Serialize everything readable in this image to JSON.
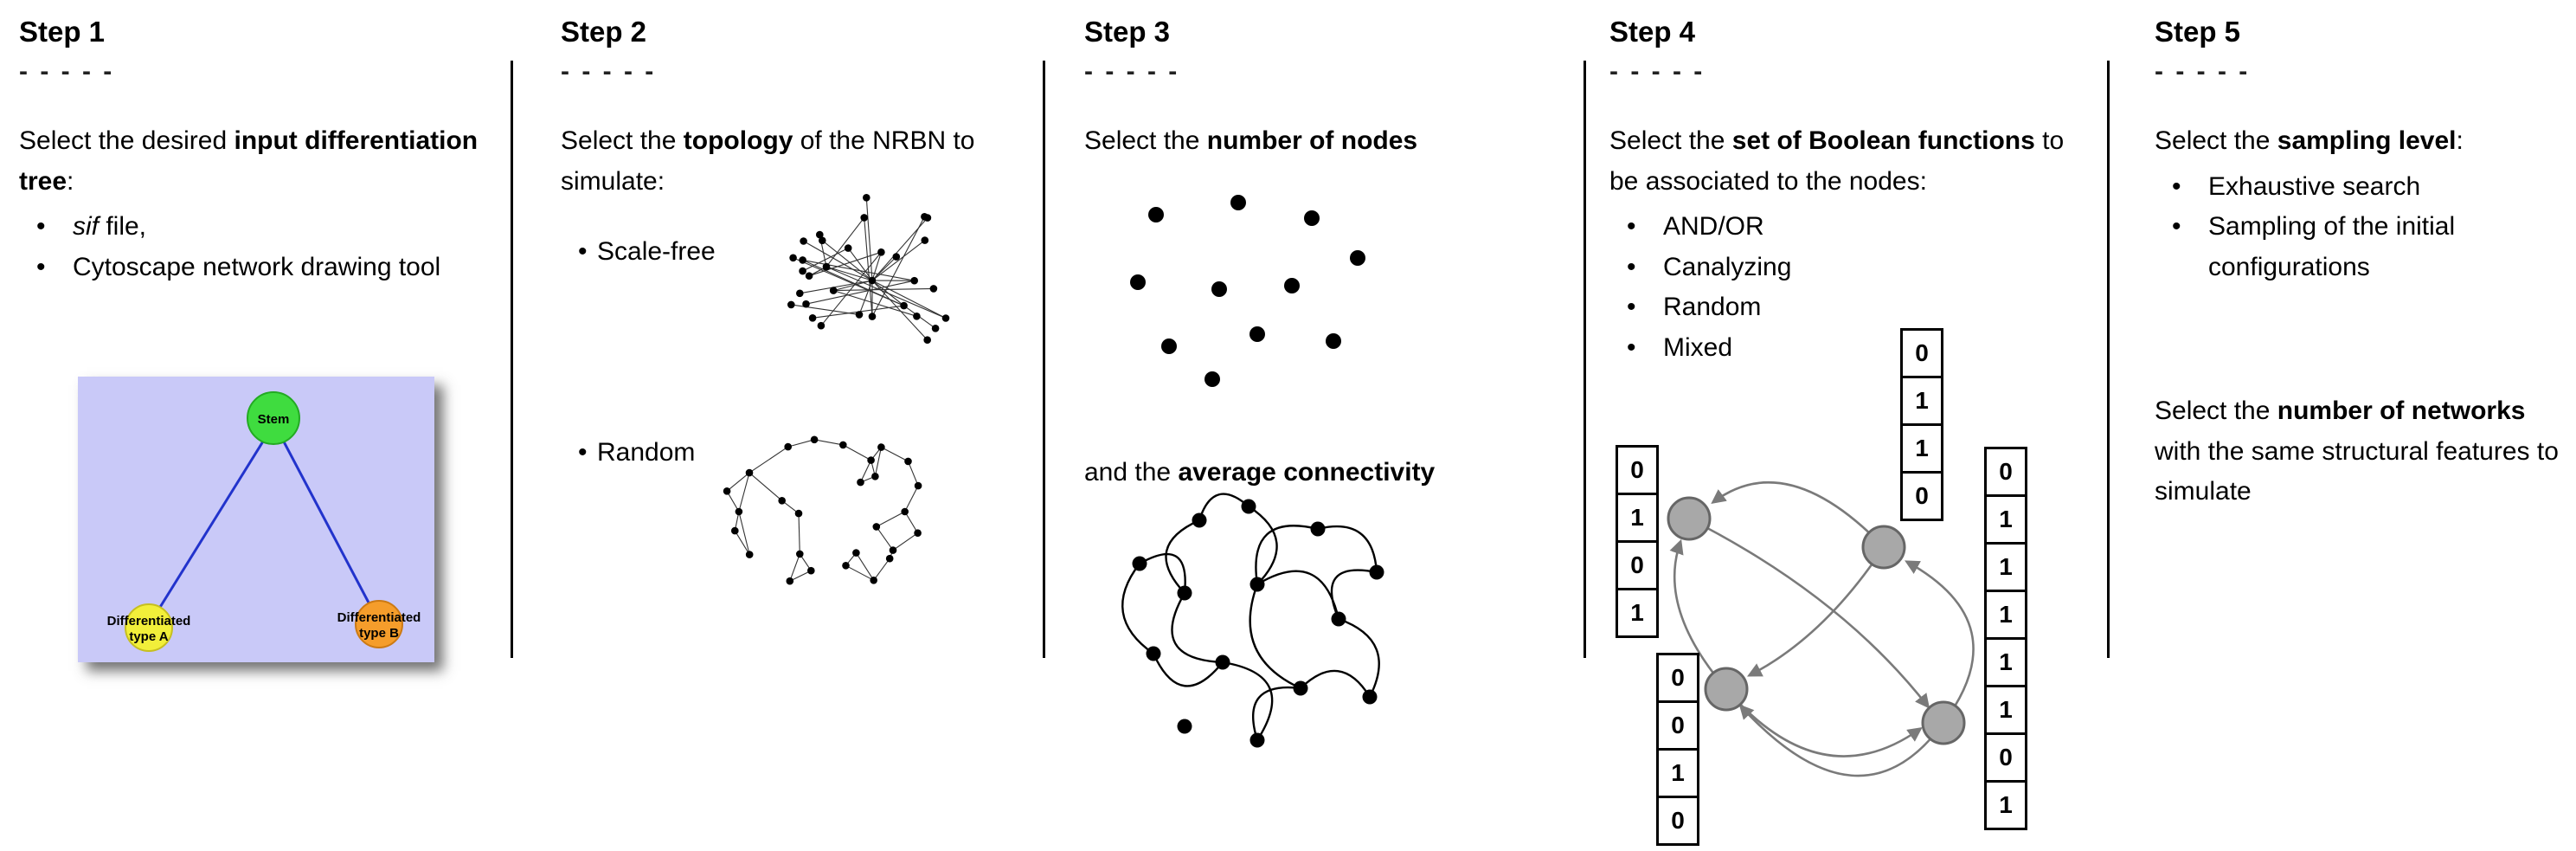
{
  "colors": {
    "stem_green": "#3fdc3f",
    "type_a_yellow": "#f2ef3a",
    "type_b_orange": "#f59d2b",
    "tree_background": "#c9c9f8",
    "tree_edge_blue": "#2233cc",
    "boolean_node_gray": "#a8a8a8",
    "arrow_gray": "#7a7a7a"
  },
  "steps": [
    {
      "title": "Step 1",
      "dashes": "- - - - -",
      "intro": {
        "pre": "Select the desired ",
        "bold": "input differentiation tree",
        "post": ":"
      },
      "bullet_sif": {
        "italic": "sif",
        "rest": " file,"
      },
      "bullet_cytoscape": "Cytoscape network drawing tool",
      "tree": {
        "stem_label": "Stem",
        "type_a_line1": "Differentiated",
        "type_a_line2": "type A",
        "type_b_line1": "Differentiated",
        "type_b_line2": "type B"
      }
    },
    {
      "title": "Step 2",
      "dashes": "- - - - -",
      "intro": {
        "pre": "Select the ",
        "bold": "topology",
        "post": " of the NRBN to simulate:"
      },
      "bullets": [
        "Scale-free",
        "Random"
      ]
    },
    {
      "title": "Step 3",
      "dashes": "- - - - -",
      "intro": {
        "pre": "Select the ",
        "bold": "number of nodes"
      },
      "second": {
        "pre": "and the ",
        "bold": "average connectivity"
      }
    },
    {
      "title": "Step 4",
      "dashes": "- - - - -",
      "intro": {
        "pre": "Select the ",
        "bold": "set of Boolean functions",
        "post": " to be associated to the nodes:"
      },
      "bullets": [
        "AND/OR",
        "Canalyzing",
        "Random",
        "Mixed"
      ],
      "tables": {
        "top": [
          "0",
          "1",
          "1",
          "0"
        ],
        "left": [
          "0",
          "1",
          "0",
          "1"
        ],
        "bottom_left": [
          "0",
          "0",
          "1",
          "0"
        ],
        "right": [
          "0",
          "1",
          "1",
          "1",
          "1",
          "1",
          "0",
          "1"
        ]
      }
    },
    {
      "title": "Step 5",
      "dashes": "- - - - -",
      "intro": {
        "pre": "Select the ",
        "bold": "sampling level",
        "post": ":"
      },
      "bullets": [
        "Exhaustive search",
        "Sampling of the initial configurations"
      ],
      "second": {
        "pre": "Select the ",
        "bold": "number of networks",
        "post": " with the same structural features to simulate"
      }
    }
  ]
}
